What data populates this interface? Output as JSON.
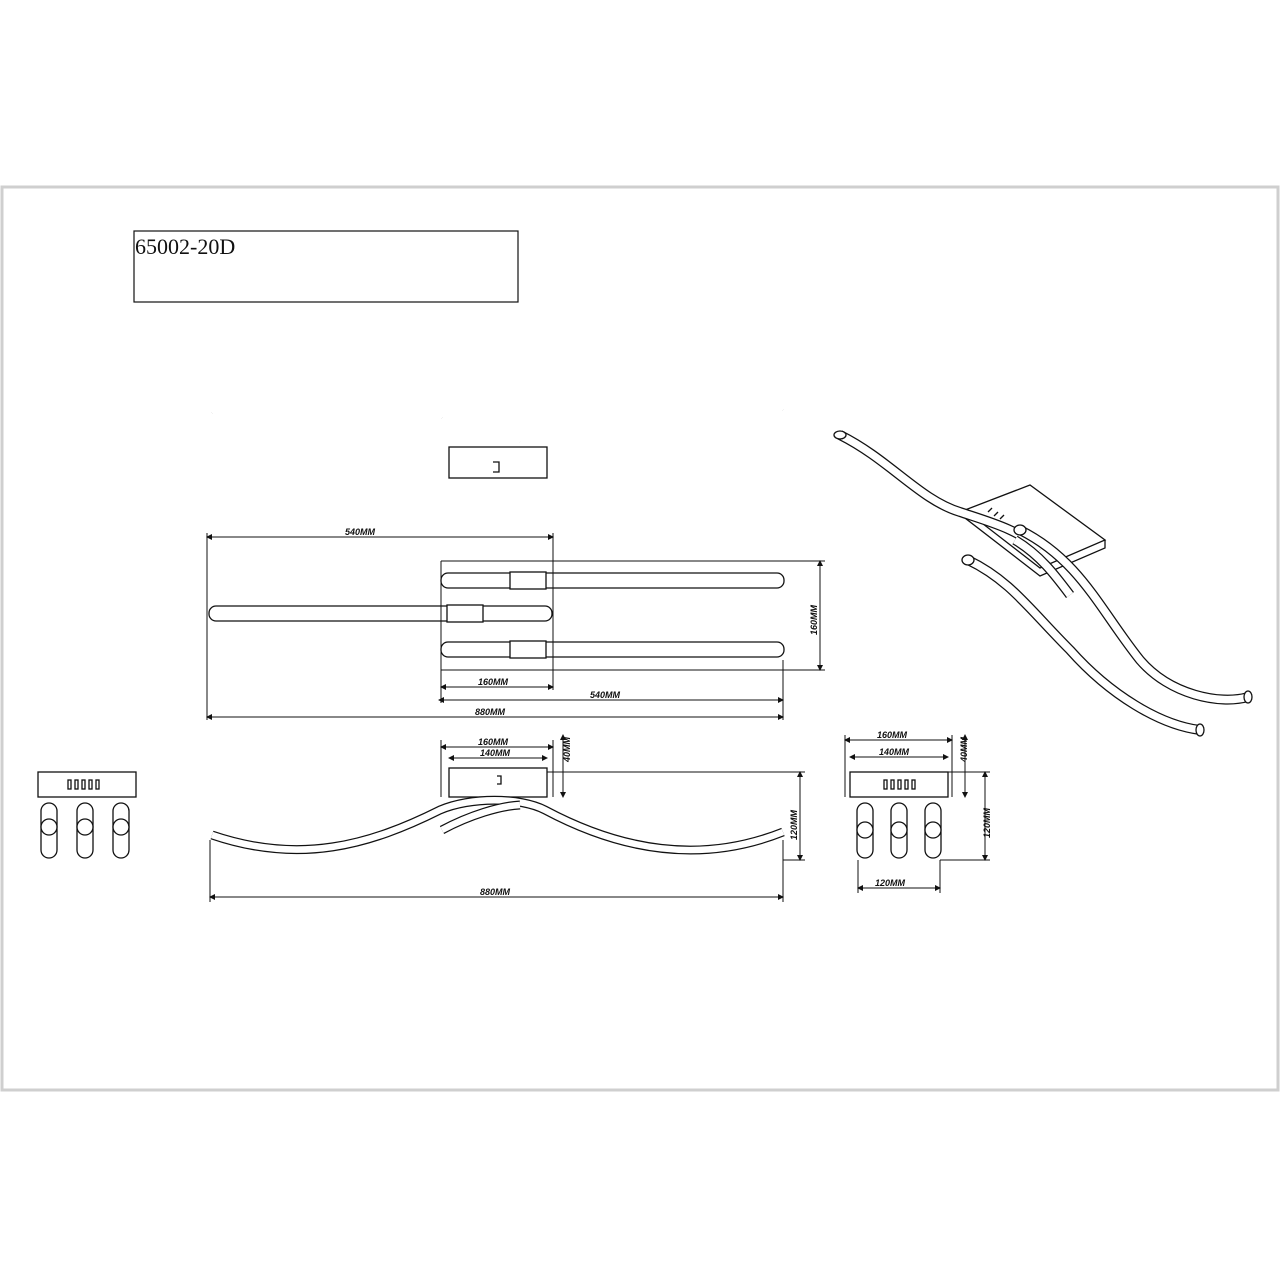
{
  "sheet": {
    "model_number": "65002-20D"
  },
  "dimensions": {
    "plan_top_width": "540MM",
    "plan_depth": "160MM",
    "plan_canopy_width": "160MM",
    "plan_bar_width": "540MM",
    "plan_total_width": "880MM",
    "front_canopy_outer": "160MM",
    "front_canopy_inner": "140MM",
    "front_canopy_height": "40MM",
    "front_total_height": "120MM",
    "front_total_width": "880MM",
    "side_canopy_outer": "160MM",
    "side_canopy_inner": "140MM",
    "side_canopy_height": "40MM",
    "side_total_height": "120MM",
    "side_bulb_span": "120MM"
  }
}
